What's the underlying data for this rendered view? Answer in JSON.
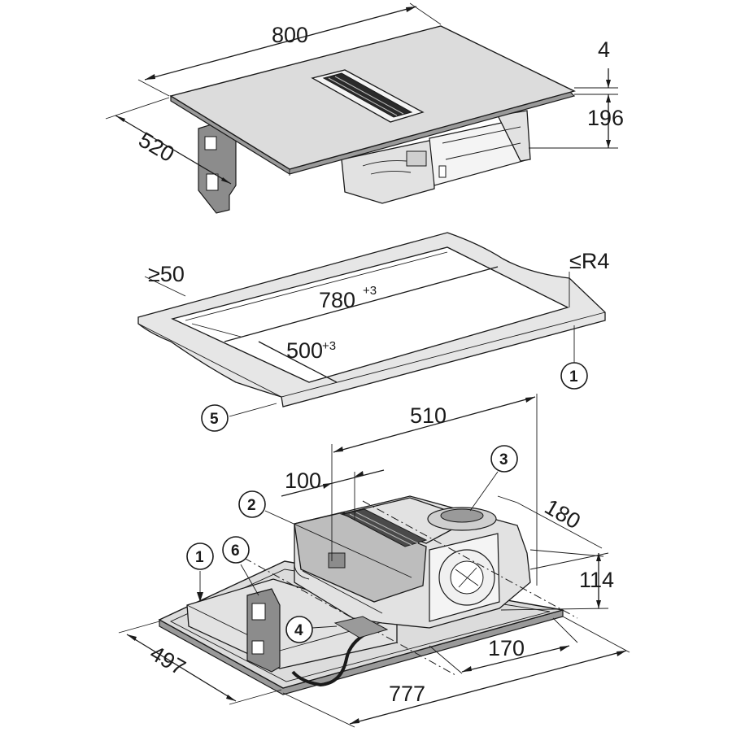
{
  "dimensions": {
    "hob_width": "800",
    "hob_glass_thickness": "4",
    "hob_depth": "520",
    "hob_height": "196",
    "cutout_margin": "≥50",
    "corner_radius": "≤R4",
    "cutout_width": "780",
    "cutout_width_tol": "+3",
    "cutout_depth": "500",
    "cutout_depth_tol": "+3",
    "fan_width": "510",
    "fan_offset": "100",
    "fan_outlet_depth": "180",
    "fan_height": "114",
    "base_depth": "497",
    "outlet_offset": "170",
    "base_width": "777"
  },
  "callouts": [
    {
      "id": "callout-1-top",
      "label": "1"
    },
    {
      "id": "callout-5",
      "label": "5"
    },
    {
      "id": "callout-3",
      "label": "3"
    },
    {
      "id": "callout-2",
      "label": "2"
    },
    {
      "id": "callout-1-bottom",
      "label": "1"
    },
    {
      "id": "callout-6",
      "label": "6"
    },
    {
      "id": "callout-4",
      "label": "4"
    }
  ]
}
